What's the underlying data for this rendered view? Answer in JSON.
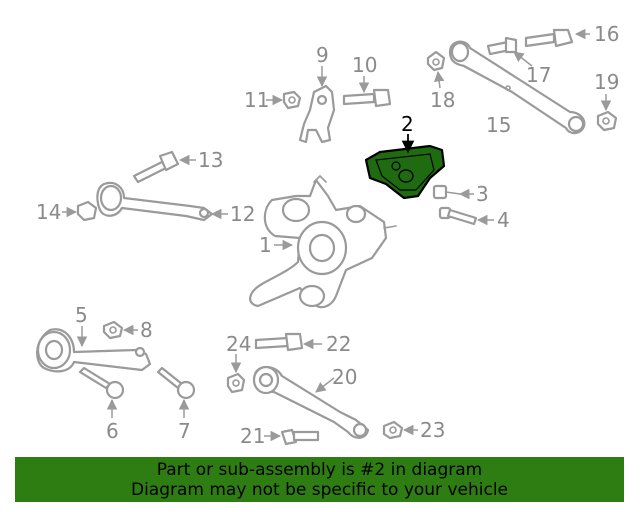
{
  "diagram": {
    "highlight_callout": "2",
    "highlight_color": "#2e7d12",
    "callouts": {
      "c1": "1",
      "c2": "2",
      "c3": "3",
      "c4": "4",
      "c5": "5",
      "c6": "6",
      "c7": "7",
      "c8": "8",
      "c9": "9",
      "c10": "10",
      "c11": "11",
      "c12": "12",
      "c13": "13",
      "c14": "14",
      "c15": "15",
      "c16": "16",
      "c17": "17",
      "c18": "18",
      "c19": "19",
      "c20": "20",
      "c21": "21",
      "c22": "22",
      "c23": "23",
      "c24": "24"
    }
  },
  "banner": {
    "line1": "Part or sub-assembly is #2 in diagram",
    "line2": "Diagram may not be specific to your vehicle"
  }
}
